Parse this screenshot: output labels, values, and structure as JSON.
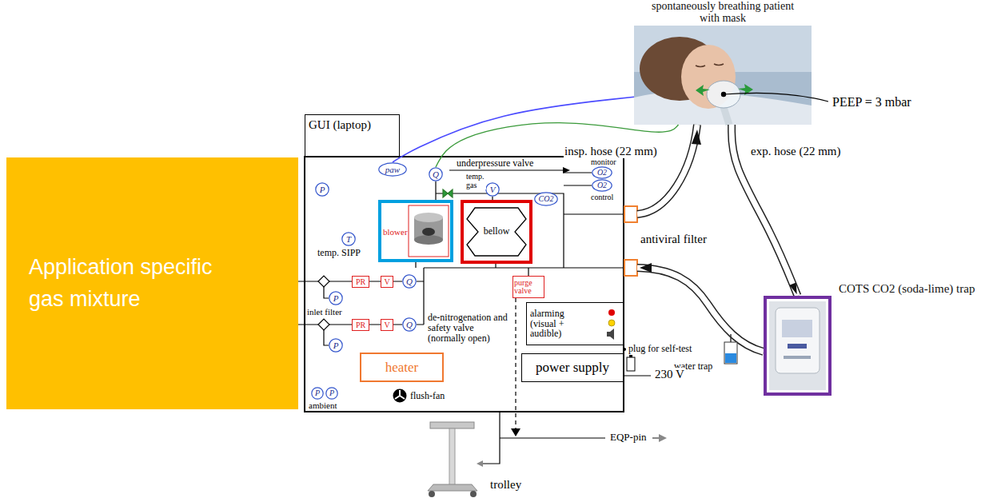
{
  "diagram": {
    "nodes": [
      {
        "text": [
          "spontaneously breathing patient with mask"
        ]
      },
      {
        "text": [
          "GUI (laptop)"
        ]
      },
      {
        "text": [
          "Application specific gas mixture"
        ]
      },
      {
        "text": [
          "paw"
        ]
      },
      {
        "text": [
          "Q"
        ]
      },
      {
        "text": [
          "P"
        ]
      },
      {
        "text": [
          "O2"
        ]
      },
      {
        "text": [
          "V"
        ]
      },
      {
        "text": [
          "O2"
        ]
      },
      {
        "text": [
          "CO2"
        ]
      },
      {
        "text": [
          "blower"
        ]
      },
      {
        "text": [
          "bellow"
        ]
      },
      {
        "text": [
          "T"
        ]
      },
      {
        "text": [
          "PR"
        ]
      },
      {
        "text": [
          "V"
        ]
      },
      {
        "text": [
          "Q"
        ]
      },
      {
        "text": [
          "P"
        ]
      },
      {
        "text": [
          "PR"
        ]
      },
      {
        "text": [
          "V"
        ]
      },
      {
        "text": [
          "Q"
        ]
      },
      {
        "text": [
          "P"
        ]
      },
      {
        "text": [
          "purge valve"
        ]
      },
      {
        "text": [
          "alarming (visual + audible)"
        ]
      },
      {
        "text": [
          "heater"
        ]
      },
      {
        "text": [
          "power supply"
        ]
      },
      {
        "text": [
          "P"
        ]
      },
      {
        "text": [
          "P"
        ]
      },
      {
        "text": [
          "COTS CO2 (soda-lime) trap"
        ]
      }
    ],
    "edges": [
      {
        "from": 3,
        "to": 0,
        "arrow": "none"
      },
      {
        "from": 4,
        "to": 0,
        "arrow": "none"
      },
      {
        "from": 0,
        "to": 27,
        "arrow": "to"
      }
    ],
    "labels": [
      "PEEP = 3 mbar",
      "insp. hose (22 mm)",
      "exp. hose (22 mm)",
      "underpressure valve",
      "monitor",
      "temp. gas",
      "control",
      "antiviral filter",
      "temp. SIPP",
      "inlet filter",
      "de-nitrogenation and safety valve (normally open)",
      "plug for self-test",
      "water trap",
      "230 V",
      "flush-fan",
      "ambient",
      "EQP-pin",
      "trolley"
    ]
  }
}
